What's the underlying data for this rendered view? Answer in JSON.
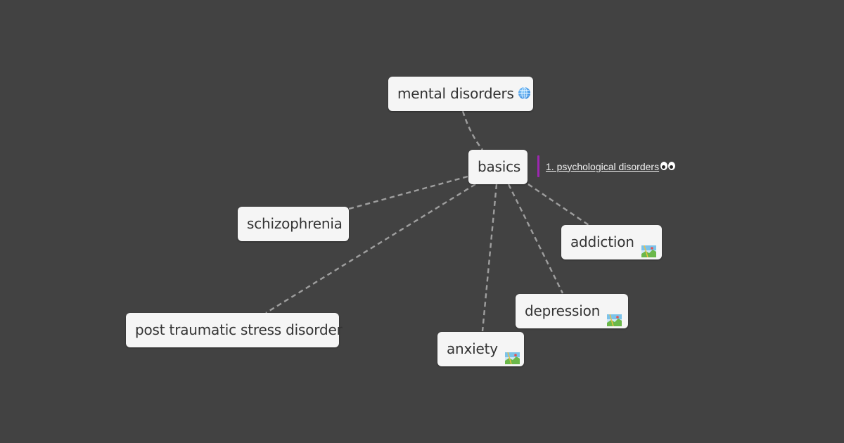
{
  "mindmap": {
    "central": {
      "label": "basics"
    },
    "parent": {
      "label": "mental disorders",
      "icon": "globe-icon"
    },
    "children": [
      {
        "label": "schizophrenia",
        "icon": null
      },
      {
        "label": "post traumatic stress disorder",
        "icon": null
      },
      {
        "label": "anxiety",
        "icon": "map-icon"
      },
      {
        "label": "depression",
        "icon": "map-icon"
      },
      {
        "label": "addiction",
        "icon": "map-icon"
      }
    ],
    "link": {
      "text": "1. psychological disorders ",
      "icon": "eyes-icon",
      "accent": "#9c27b0"
    }
  },
  "colors": {
    "background": "#424242",
    "node_fill": "#f5f5f5",
    "edge": "#9e9e9e"
  }
}
